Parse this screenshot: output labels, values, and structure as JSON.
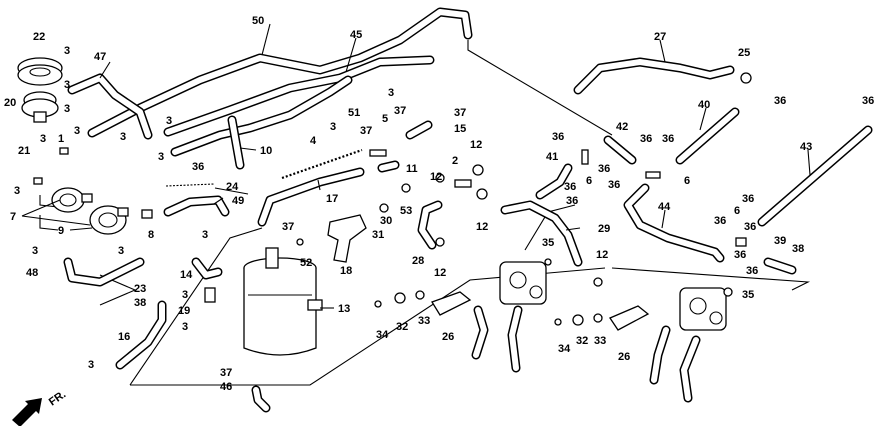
{
  "direction_label": "FR.",
  "callouts": [
    {
      "id": "c22",
      "text": "22"
    },
    {
      "id": "c3a",
      "text": "3"
    },
    {
      "id": "c47",
      "text": "47"
    },
    {
      "id": "c20",
      "text": "20"
    },
    {
      "id": "c3b",
      "text": "3"
    },
    {
      "id": "c3c",
      "text": "3"
    },
    {
      "id": "c3d",
      "text": "3"
    },
    {
      "id": "c1",
      "text": "1"
    },
    {
      "id": "c3e",
      "text": "3"
    },
    {
      "id": "c21",
      "text": "21"
    },
    {
      "id": "c3f",
      "text": "3"
    },
    {
      "id": "c7",
      "text": "7"
    },
    {
      "id": "c9",
      "text": "9"
    },
    {
      "id": "c3g",
      "text": "3"
    },
    {
      "id": "c48",
      "text": "48"
    },
    {
      "id": "c50",
      "text": "50"
    },
    {
      "id": "c45",
      "text": "45"
    },
    {
      "id": "c3h",
      "text": "3"
    },
    {
      "id": "c3i",
      "text": "3"
    },
    {
      "id": "c3j",
      "text": "3"
    },
    {
      "id": "c51",
      "text": "51"
    },
    {
      "id": "c3k",
      "text": "3"
    },
    {
      "id": "c10",
      "text": "10"
    },
    {
      "id": "c3l",
      "text": "3"
    },
    {
      "id": "c36a",
      "text": "36"
    },
    {
      "id": "c4",
      "text": "4"
    },
    {
      "id": "c17",
      "text": "17"
    },
    {
      "id": "c24",
      "text": "24"
    },
    {
      "id": "c49",
      "text": "49"
    },
    {
      "id": "c8",
      "text": "8"
    },
    {
      "id": "c3m",
      "text": "3"
    },
    {
      "id": "c3n",
      "text": "3"
    },
    {
      "id": "c37a",
      "text": "37"
    },
    {
      "id": "c37b",
      "text": "37"
    },
    {
      "id": "c5",
      "text": "5"
    },
    {
      "id": "c37c",
      "text": "37"
    },
    {
      "id": "c37d",
      "text": "37"
    },
    {
      "id": "c15",
      "text": "15"
    },
    {
      "id": "c11",
      "text": "11"
    },
    {
      "id": "c30",
      "text": "30"
    },
    {
      "id": "c53",
      "text": "53"
    },
    {
      "id": "c31",
      "text": "31"
    },
    {
      "id": "c52",
      "text": "52"
    },
    {
      "id": "c18",
      "text": "18"
    },
    {
      "id": "c14",
      "text": "14"
    },
    {
      "id": "c23",
      "text": "23"
    },
    {
      "id": "c38a",
      "text": "38"
    },
    {
      "id": "c3o",
      "text": "3"
    },
    {
      "id": "c19",
      "text": "19"
    },
    {
      "id": "c3p",
      "text": "3"
    },
    {
      "id": "c16",
      "text": "16"
    },
    {
      "id": "c3q",
      "text": "3"
    },
    {
      "id": "c13",
      "text": "13"
    },
    {
      "id": "c37e",
      "text": "37"
    },
    {
      "id": "c46",
      "text": "46"
    },
    {
      "id": "c2",
      "text": "2"
    },
    {
      "id": "c12a",
      "text": "12"
    },
    {
      "id": "c12b",
      "text": "12"
    },
    {
      "id": "c12c",
      "text": "12"
    },
    {
      "id": "c12d",
      "text": "12"
    },
    {
      "id": "c28",
      "text": "28"
    },
    {
      "id": "c29",
      "text": "29"
    },
    {
      "id": "c35a",
      "text": "35"
    },
    {
      "id": "c12e",
      "text": "12"
    },
    {
      "id": "c34a",
      "text": "34"
    },
    {
      "id": "c32a",
      "text": "32"
    },
    {
      "id": "c33a",
      "text": "33"
    },
    {
      "id": "c26a",
      "text": "26"
    },
    {
      "id": "c27",
      "text": "27"
    },
    {
      "id": "c25",
      "text": "25"
    },
    {
      "id": "c36b",
      "text": "36"
    },
    {
      "id": "c40",
      "text": "40"
    },
    {
      "id": "c36c",
      "text": "36"
    },
    {
      "id": "c36d",
      "text": "36"
    },
    {
      "id": "c42",
      "text": "42"
    },
    {
      "id": "c36e",
      "text": "36"
    },
    {
      "id": "c36f",
      "text": "36"
    },
    {
      "id": "c36g",
      "text": "36"
    },
    {
      "id": "c41",
      "text": "41"
    },
    {
      "id": "c6a",
      "text": "6"
    },
    {
      "id": "c36h",
      "text": "36"
    },
    {
      "id": "c6b",
      "text": "6"
    },
    {
      "id": "c36i",
      "text": "36"
    },
    {
      "id": "c36j",
      "text": "36"
    },
    {
      "id": "c43",
      "text": "43"
    },
    {
      "id": "c36k",
      "text": "36"
    },
    {
      "id": "c44",
      "text": "44"
    },
    {
      "id": "c36l",
      "text": "36"
    },
    {
      "id": "c6c",
      "text": "6"
    },
    {
      "id": "c36m",
      "text": "36"
    },
    {
      "id": "c39",
      "text": "39"
    },
    {
      "id": "c38b",
      "text": "38"
    },
    {
      "id": "c36n",
      "text": "36"
    },
    {
      "id": "c36o",
      "text": "36"
    },
    {
      "id": "c35b",
      "text": "35"
    },
    {
      "id": "c34b",
      "text": "34"
    },
    {
      "id": "c32b",
      "text": "32"
    },
    {
      "id": "c33b",
      "text": "33"
    },
    {
      "id": "c26b",
      "text": "26"
    }
  ]
}
